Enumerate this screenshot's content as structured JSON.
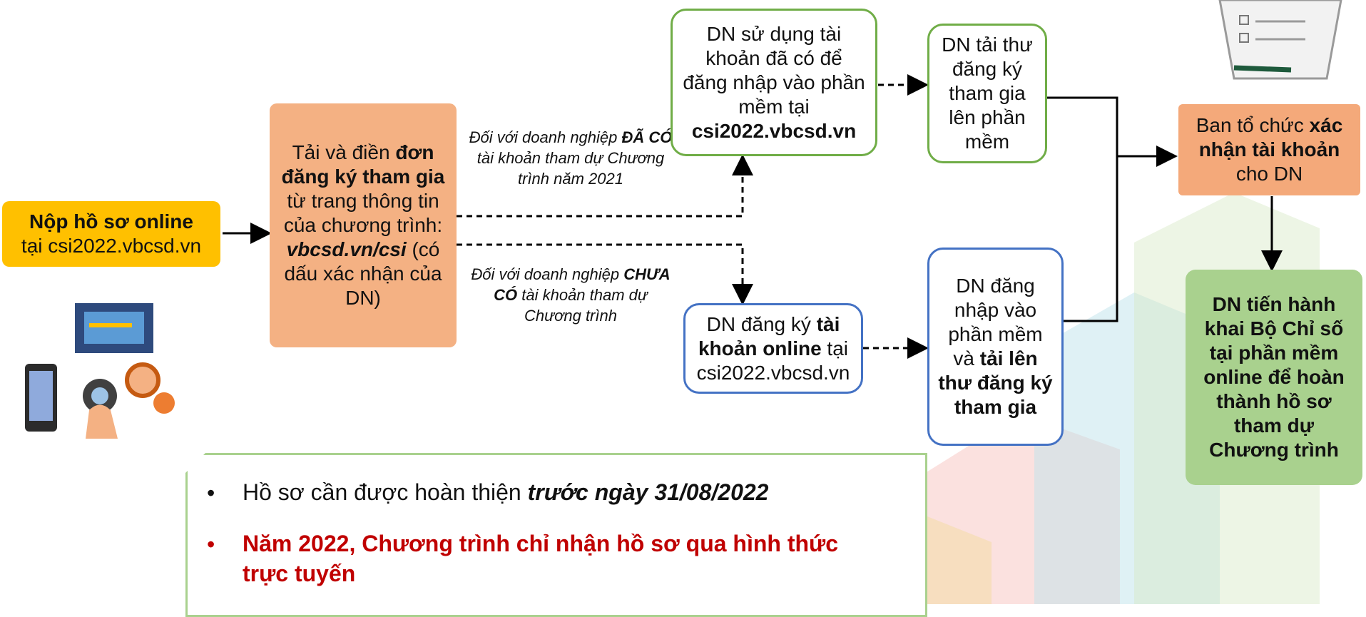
{
  "start": {
    "line1": "Nộp hồ sơ online",
    "line2": "tại csi2022.vbcsd.vn"
  },
  "download_form": {
    "p1": "Tải và điền ",
    "p2": "đơn đăng ký tham gia",
    "p3": " từ trang thông tin của chương trình: ",
    "p4": "vbcsd.vn/csi",
    "p5": " (có dấu xác nhận của DN)"
  },
  "note_has_account": {
    "p1": "Đối với doanh nghiệp ",
    "p2": "ĐÃ CÓ",
    "p3": " tài khoản tham dự Chương trình năm 2021"
  },
  "note_no_account": {
    "p1": "Đối với doanh nghiệp ",
    "p2": "CHƯA CÓ",
    "p3": " tài khoản tham dự Chương trình"
  },
  "existing_login": {
    "p1": "DN sử dụng tài khoản đã có để đăng nhập vào phần mềm tại ",
    "p2": "csi2022.vbcsd.vn"
  },
  "upload_letter": {
    "text": "DN tải thư đăng ký tham gia lên phần mềm"
  },
  "register_online": {
    "p1": "DN đăng ký ",
    "p2": "tài khoản online",
    "p3": " tại csi2022.vbcsd.vn"
  },
  "login_upload": {
    "p1": "DN đăng nhập vào phần mềm và ",
    "p2": "tải lên thư đăng ký tham gia"
  },
  "organizer_confirm": {
    "p1": "Ban tổ chức ",
    "p2": "xác nhận tài khoản",
    "p3": " cho DN"
  },
  "declare_index": {
    "text": "DN tiến hành khai Bộ Chỉ số tại phần mềm online để hoàn thành hồ sơ tham dự Chương trình"
  },
  "bottom_notes": {
    "b1_plain": "Hồ sơ cần được hoàn thiện ",
    "b1_emph": "trước ngày 31/08/2022",
    "b2": "Năm 2022, Chương trình chỉ nhận hồ sơ qua hình thức trực tuyến"
  },
  "icons": [
    "online-devices-icon",
    "clipboard-checklist-icon"
  ],
  "colors": {
    "orange": "#f4b183",
    "yellow": "#ffc000",
    "green": "#70ad47",
    "blue": "#4472c4",
    "red": "#c00000",
    "light_green": "#a9d18e"
  }
}
